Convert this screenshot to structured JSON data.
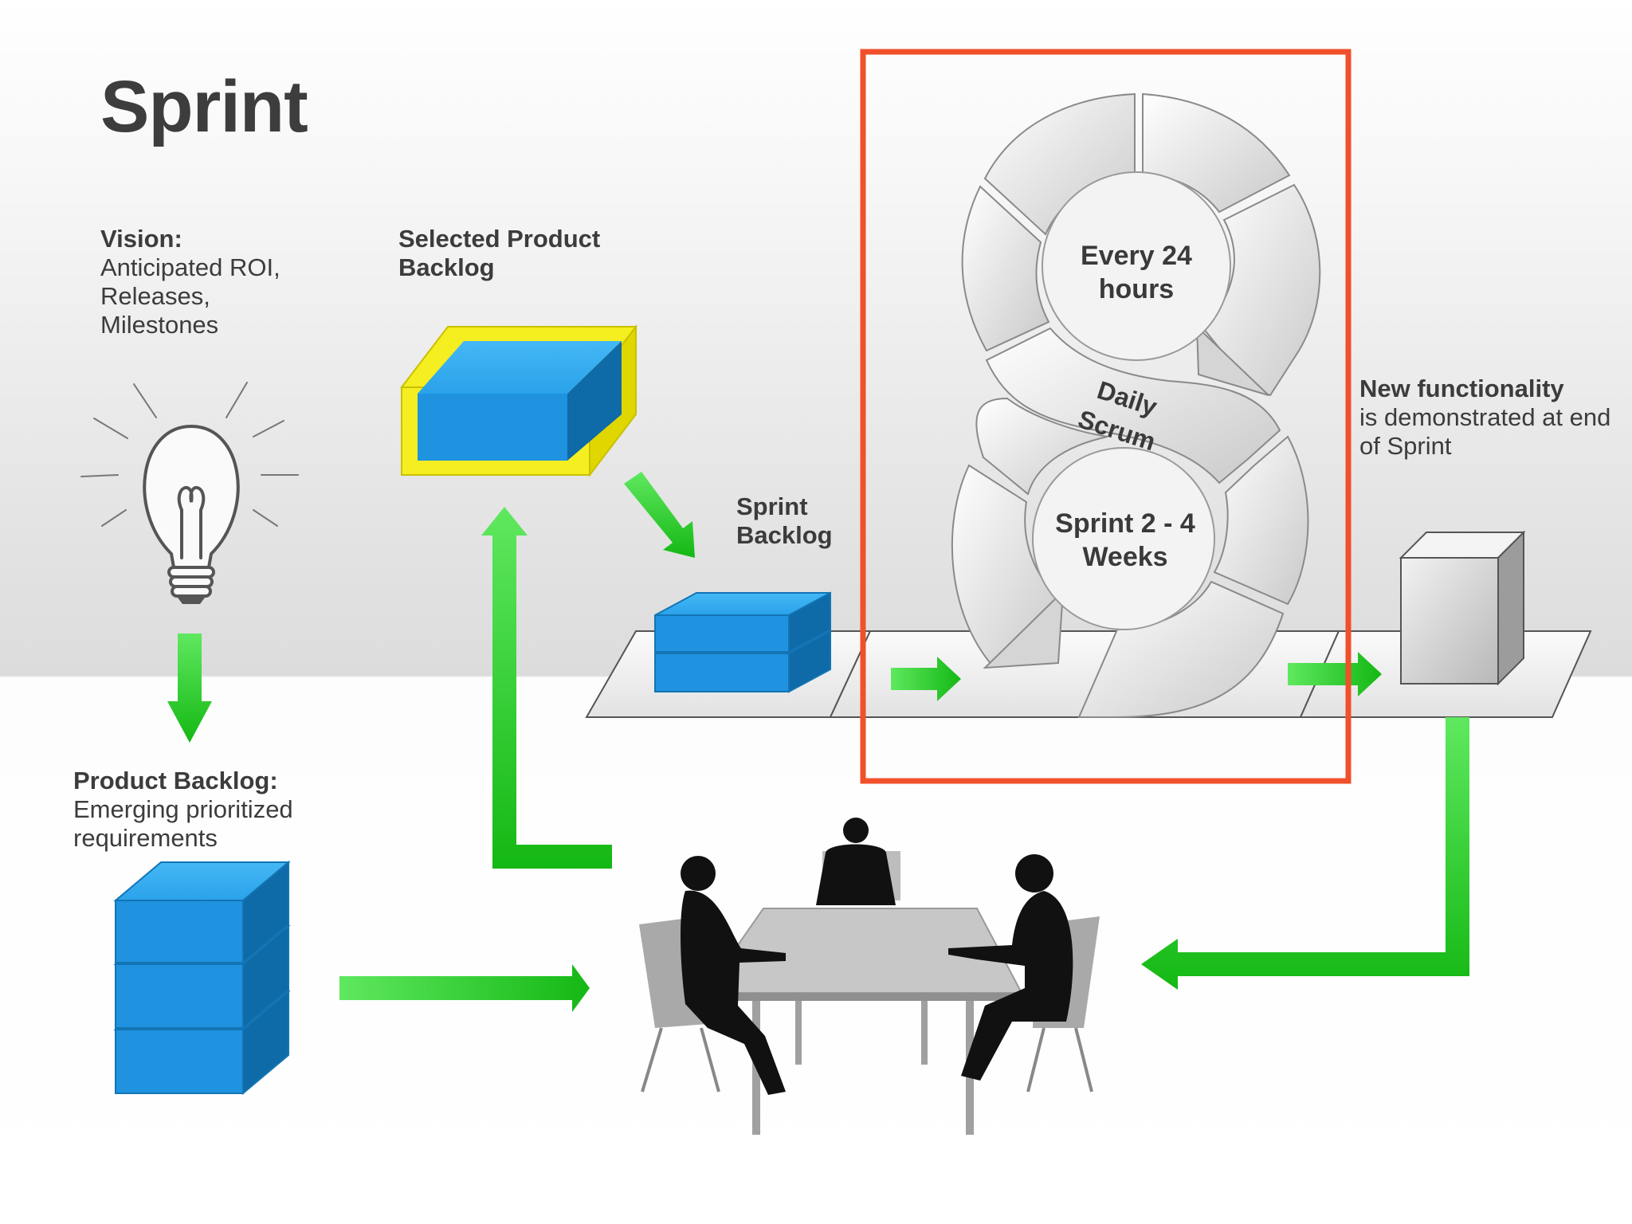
{
  "title": "Sprint",
  "vision": {
    "heading": "Vision:",
    "lines": [
      "Anticipated ROI,",
      "Releases,",
      "Milestones"
    ]
  },
  "selected_backlog": {
    "lines": [
      "Selected Product",
      "Backlog"
    ]
  },
  "sprint_backlog": {
    "lines": [
      "Sprint",
      "Backlog"
    ]
  },
  "product_backlog": {
    "heading": "Product Backlog:",
    "lines": [
      "Emerging prioritized",
      "requirements"
    ]
  },
  "new_functionality": {
    "heading": "New functionality",
    "lines": [
      "is demonstrated at end",
      "of Sprint"
    ]
  },
  "cycle": {
    "daily_label": "Every 24 hours",
    "daily_scrum": "Daily Scrum",
    "sprint_label": "Sprint 2 - 4 Weeks"
  },
  "colors": {
    "arrow_green": "#22cc22",
    "box_blue": "#1a8fe0",
    "highlight_yellow": "#f2ea00",
    "callout_red": "#f0502a"
  },
  "icons": [
    "lightbulb-icon",
    "meeting-people-icon",
    "cube-icon"
  ]
}
